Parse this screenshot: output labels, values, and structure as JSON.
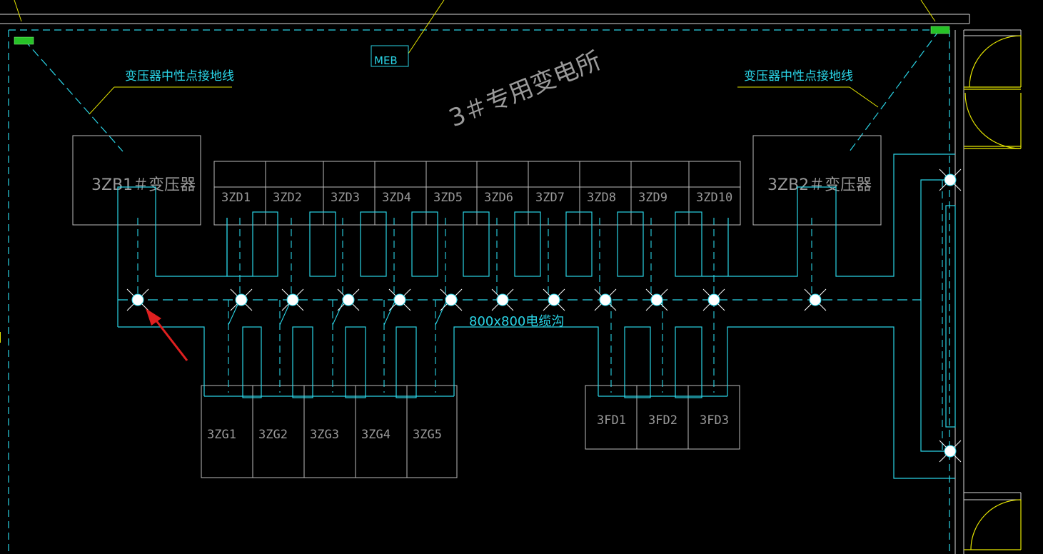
{
  "colors": {
    "background": "#000000",
    "wall": "#d9d9d9",
    "cyan": "#2ad4e6",
    "yellow": "#e6e600",
    "gray": "#bcbcbc",
    "ground_pad": "#27c227",
    "arrow": "#e02020"
  },
  "labels": {
    "substation_title": "3＃专用变电所",
    "meb": "MEB",
    "neutral_left": "变压器中性点接地线",
    "neutral_right": "变压器中性点接地线",
    "transformer_left": "3ZB1＃变压器",
    "transformer_right": "3ZB2＃变压器",
    "cable_trench": "800x800电缆沟"
  },
  "panels_top": [
    "3ZD1",
    "3ZD2",
    "3ZD3",
    "3ZD4",
    "3ZD5",
    "3ZD6",
    "3ZD7",
    "3ZD8",
    "3ZD9",
    "3ZD10"
  ],
  "panels_bottom_left": [
    "3ZG1",
    "3ZG2",
    "3ZG3",
    "3ZG4",
    "3ZG5"
  ],
  "panels_bottom_right": [
    "3FD1",
    "3FD2",
    "3FD3"
  ],
  "icons": {
    "ground_electrode": "ground-electrode-icon",
    "pointer_arrow": "red-arrow-icon"
  }
}
